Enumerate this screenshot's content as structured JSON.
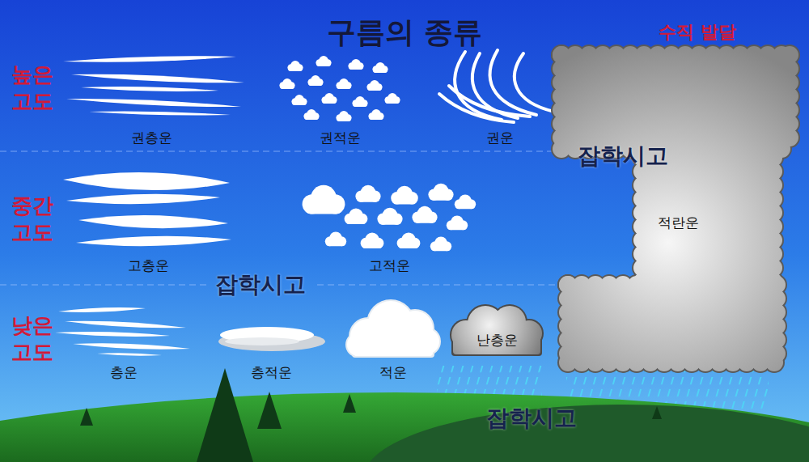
{
  "diagram": {
    "title": "구름의 종류",
    "nodes": [
      {
        "text": [
          "권층운"
        ]
      },
      {
        "text": [
          "권적운"
        ]
      },
      {
        "text": [
          "권운"
        ]
      },
      {
        "text": [
          "고층운"
        ]
      },
      {
        "text": [
          "고적운"
        ]
      },
      {
        "text": [
          "층운"
        ]
      },
      {
        "text": [
          "층적운"
        ]
      },
      {
        "text": [
          "적운"
        ]
      },
      {
        "text": [
          "난층운"
        ]
      },
      {
        "text": [
          "적란운"
        ]
      }
    ],
    "labels": [
      "높은 고도",
      "중간 고도",
      "낮은 고도",
      "수직 발달",
      "잡학시고",
      "잡학시고",
      "잡학시고"
    ]
  }
}
